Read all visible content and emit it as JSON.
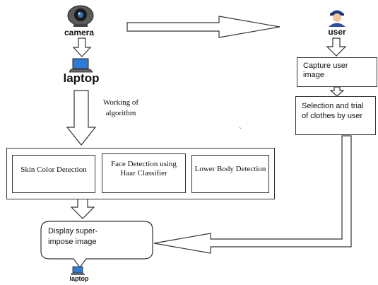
{
  "labels": {
    "camera": "camera",
    "laptop_top": "laptop",
    "user": "user",
    "capture": "Capture user image",
    "selection": "Selection and trial of clothes by user",
    "working": "Working of algorithm",
    "skin": "Skin Color Detection",
    "face": "Face Detection using Haar Classifier",
    "lower": "Lower Body Detection",
    "display": "Display super-impose image",
    "laptop_bottom": "laptop"
  },
  "icons": {
    "camera": "webcam-icon",
    "laptop": "laptop-icon",
    "user": "user-icon"
  },
  "colors": {
    "line": "#333333",
    "laptop_screen": "#2f7ad6",
    "user_cap": "#1f3c88",
    "user_face": "#f2c79a"
  }
}
